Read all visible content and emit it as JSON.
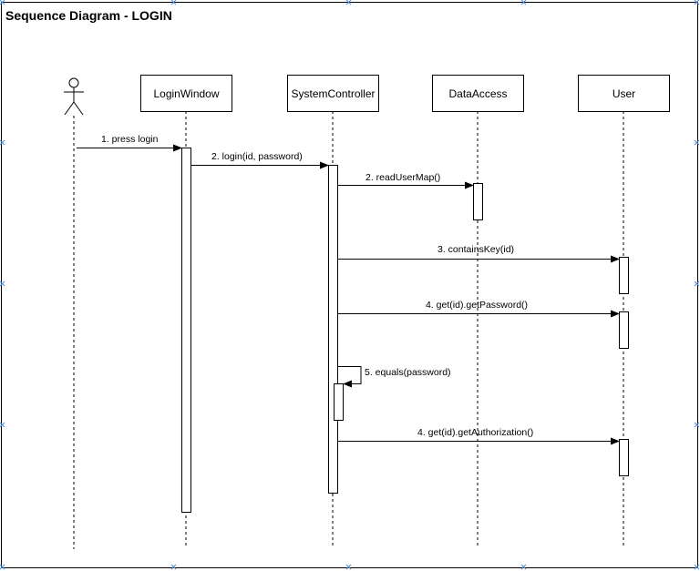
{
  "diagram": {
    "title": "Sequence Diagram - LOGIN",
    "participants": [
      {
        "id": "actor",
        "type": "actor",
        "label": ""
      },
      {
        "id": "loginwindow",
        "type": "object",
        "label": "LoginWindow"
      },
      {
        "id": "systemcontroller",
        "type": "object",
        "label": "SystemController"
      },
      {
        "id": "dataaccess",
        "type": "object",
        "label": "DataAccess"
      },
      {
        "id": "user",
        "type": "object",
        "label": "User"
      }
    ],
    "messages": [
      {
        "label": "1. press login",
        "from": "actor",
        "to": "loginwindow"
      },
      {
        "label": "2. login(id, password)",
        "from": "loginwindow",
        "to": "systemcontroller"
      },
      {
        "label": "2. readUserMap()",
        "from": "systemcontroller",
        "to": "dataaccess"
      },
      {
        "label": "3. containsKey(id)",
        "from": "systemcontroller",
        "to": "user"
      },
      {
        "label": "4. get(id).getPassword()",
        "from": "systemcontroller",
        "to": "user"
      },
      {
        "label": "5. equals(password)",
        "from": "systemcontroller",
        "to": "systemcontroller"
      },
      {
        "label": "4. get(id).getAuthorization()",
        "from": "systemcontroller",
        "to": "user"
      }
    ]
  }
}
